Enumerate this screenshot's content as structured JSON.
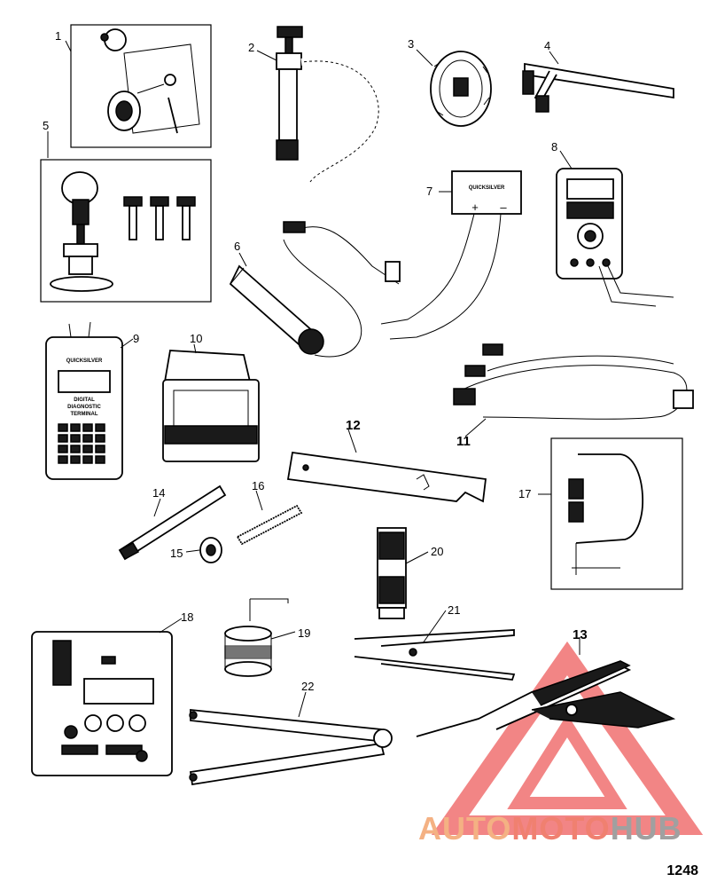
{
  "callouts": {
    "c1": "1",
    "c2": "2",
    "c3": "3",
    "c4": "4",
    "c5": "5",
    "c6": "6",
    "c7": "7",
    "c8": "8",
    "c9": "9",
    "c10": "10",
    "c11": "11",
    "c12": "12",
    "c13": "13",
    "c14": "14",
    "c15": "15",
    "c16": "16",
    "c17": "17",
    "c18": "18",
    "c19": "19",
    "c20": "20",
    "c21": "21",
    "c22": "22"
  },
  "device_text": {
    "quicksilver_box": "QUICKSILVER",
    "plus": "+",
    "minus": "–",
    "terminal_brand": "QUICKSILVER",
    "terminal_line1": "DIGITAL",
    "terminal_line2": "DIAGNOSTIC",
    "terminal_line3": "TERMINAL"
  },
  "watermark": {
    "part_auto": "AUTO",
    "part_moto": "MOTO",
    "part_hub": "HUB",
    "color_auto": "#f4b183",
    "color_moto": "#f08070",
    "color_hub": "#a0a0a0",
    "triangle_color": "#f07070"
  },
  "figure_number": "1248"
}
